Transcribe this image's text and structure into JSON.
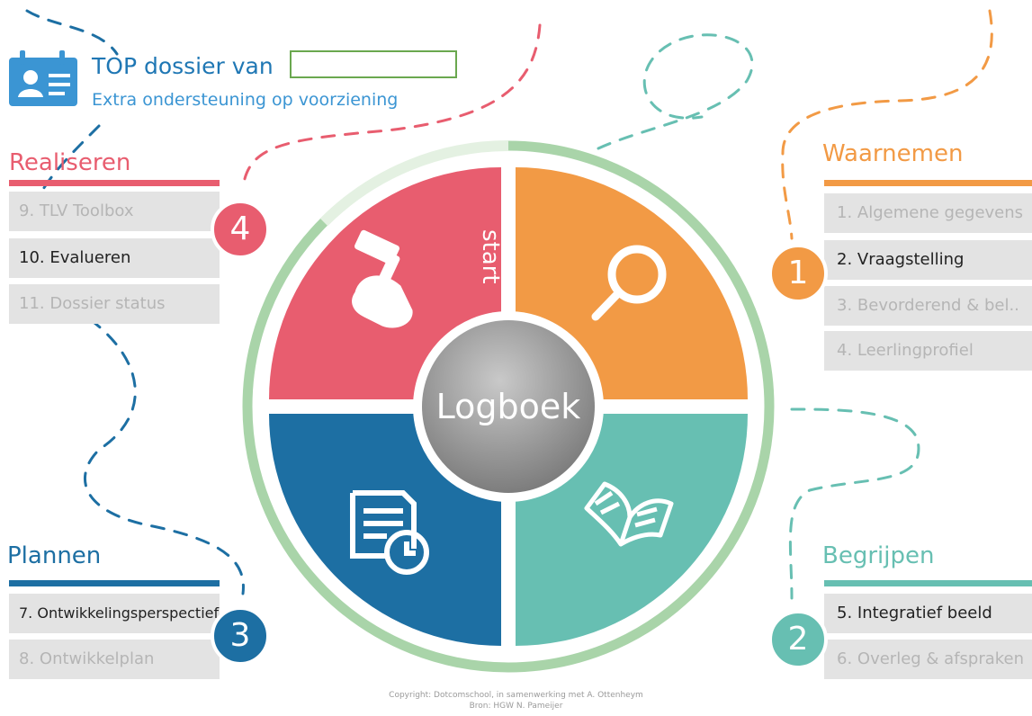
{
  "header": {
    "title": "TOP dossier van",
    "subtitle": "Extra ondersteuning op voorziening",
    "name_value": ""
  },
  "center": {
    "label": "Logboek",
    "start": "start"
  },
  "sections": {
    "realiseren": {
      "title": "Realiseren",
      "number": "4",
      "color": "#e85d6f",
      "items": [
        "9. TLV Toolbox",
        "10. Evalueren",
        "11. Dossier status"
      ]
    },
    "waarnemen": {
      "title": "Waarnemen",
      "number": "1",
      "color": "#f29a45",
      "items": [
        "1. Algemene gegevens",
        "2. Vraagstelling",
        "3. Bevorderend & bel..",
        "4. Leerlingprofiel"
      ]
    },
    "plannen": {
      "title": "Plannen",
      "number": "3",
      "color": "#1d6fa3",
      "items": [
        "7. Ontwikkelingsperspectief",
        "8. Ontwikkelplan"
      ]
    },
    "begrijpen": {
      "title": "Begrijpen",
      "number": "2",
      "color": "#67bfb2",
      "items": [
        "5. Integratief beeld",
        "6. Overleg & afspraken"
      ]
    }
  },
  "icons": {
    "header": "id-card-icon",
    "realiseren": "hammer-hand-icon",
    "waarnemen": "magnifier-icon",
    "plannen": "document-clock-icon",
    "begrijpen": "open-book-icon"
  },
  "footer": {
    "line1": "Copyright: Dotcomschool, in samenwerking met A. Ottenheym",
    "line2": "Bron: HGW N. Pameijer"
  }
}
